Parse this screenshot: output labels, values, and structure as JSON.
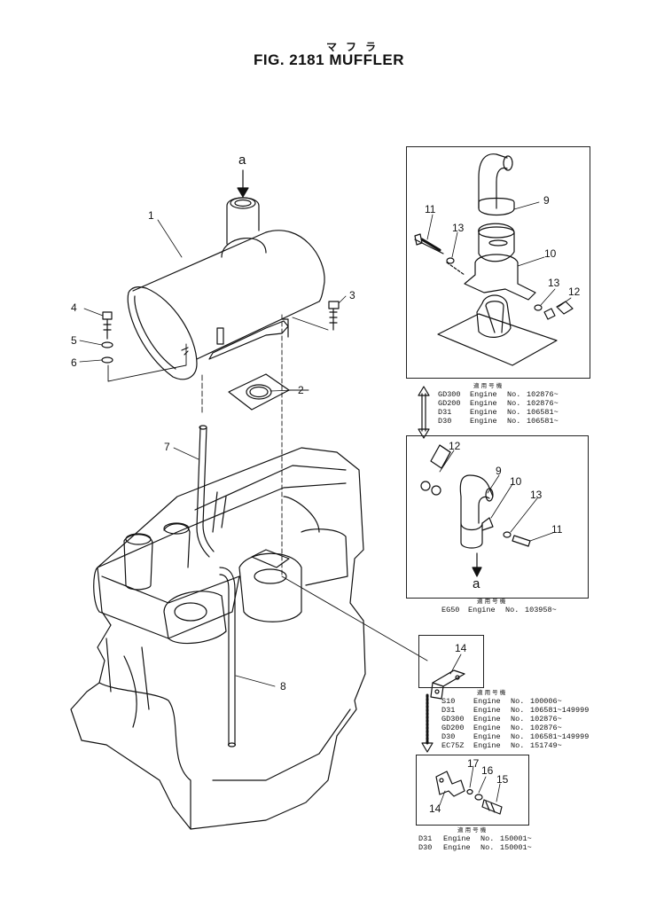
{
  "title": {
    "kana": "マフラ",
    "main": "FIG. 2181  MUFFLER"
  },
  "callouts": {
    "a_top": "a",
    "a_bottom": "a",
    "c1": "1",
    "c2": "2",
    "c3": "3",
    "c4": "4",
    "c5": "5",
    "c6": "6",
    "c7": "7",
    "c8": "8",
    "b1_9": "9",
    "b1_10": "10",
    "b1_11": "11",
    "b1_12": "12",
    "b1_13a": "13",
    "b1_13b": "13",
    "b2_9": "9",
    "b2_10": "10",
    "b2_11": "11",
    "b2_12": "12",
    "b2_13": "13",
    "b3_14": "14",
    "b4_14": "14",
    "b4_15": "15",
    "b4_16": "16",
    "b4_17": "17"
  },
  "notes": {
    "header": "適 用 号 機",
    "group1": [
      {
        "model": "GD300",
        "label": "Engine",
        "no": "No.",
        "serial": "102876~"
      },
      {
        "model": "GD200",
        "label": "Engine",
        "no": "No.",
        "serial": "102876~"
      },
      {
        "model": "D31",
        "label": "Engine",
        "no": "No.",
        "serial": "106581~"
      },
      {
        "model": "D30",
        "label": "Engine",
        "no": "No.",
        "serial": "106581~"
      }
    ],
    "group2": [
      {
        "model": "EG50",
        "label": "Engine",
        "no": "No.",
        "serial": "103958~"
      }
    ],
    "group3": [
      {
        "model": "S10",
        "label": "Engine",
        "no": "No.",
        "serial": "100006~"
      },
      {
        "model": "D31",
        "label": "Engine",
        "no": "No.",
        "serial": "106581~149999"
      },
      {
        "model": "GD300",
        "label": "Engine",
        "no": "No.",
        "serial": "102876~"
      },
      {
        "model": "GD200",
        "label": "Engine",
        "no": "No.",
        "serial": "102876~"
      },
      {
        "model": "D30",
        "label": "Engine",
        "no": "No.",
        "serial": "106581~149999"
      },
      {
        "model": "EC75Z",
        "label": "Engine",
        "no": "No.",
        "serial": "151749~"
      }
    ],
    "group4": [
      {
        "model": "D31",
        "label": "Engine",
        "no": "No.",
        "serial": "150001~"
      },
      {
        "model": "D30",
        "label": "Engine",
        "no": "No.",
        "serial": "150001~"
      }
    ]
  }
}
